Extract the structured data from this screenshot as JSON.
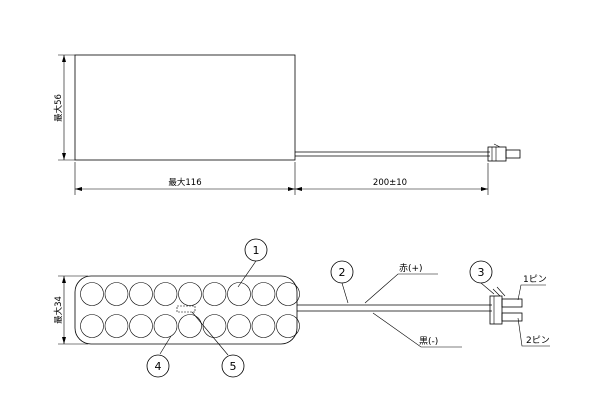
{
  "dimensions": {
    "top_height": "最大56",
    "top_width": "最大116",
    "lead_length": "200±10",
    "bottom_height": "最大34"
  },
  "balloons": {
    "b1": "1",
    "b2": "2",
    "b3": "3",
    "b4": "4",
    "b5": "5"
  },
  "labels": {
    "red_wire": "赤(+)",
    "black_wire": "黒(-)",
    "pin1": "1ピン",
    "pin2": "2ピン"
  }
}
